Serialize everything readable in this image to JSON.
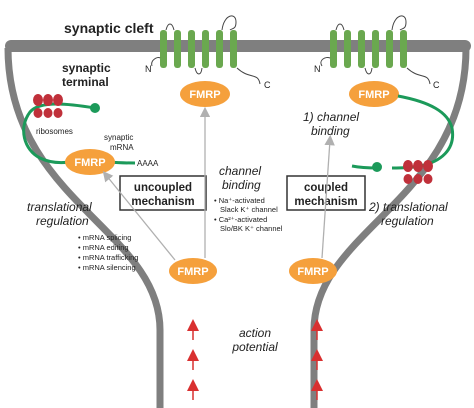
{
  "labels": {
    "synaptic_cleft": "synaptic cleft",
    "synaptic_terminal_line1": "synaptic",
    "synaptic_terminal_line2": "terminal",
    "n_terminus": "N",
    "c_terminus": "C",
    "ribosomes": "ribosomes",
    "synaptic_mrna_line1": "synaptic",
    "synaptic_mrna_line2": "mRNA",
    "poly_a": "AAAA",
    "fmrp": "FMRP",
    "translational_regulation_line1": "translational",
    "translational_regulation_line2": "regulation",
    "uncoupled_line1": "uncoupled",
    "uncoupled_line2": "mechanism",
    "channel_binding_line1": "channel",
    "channel_binding_line2": "binding",
    "coupled_line1": "coupled",
    "coupled_line2": "mechanism",
    "step1_line1": "1) channel",
    "step1_line2": "binding",
    "step2_line1": "2) translational",
    "step2_line2": "regulation",
    "action_potential_line1": "action",
    "action_potential_line2": "potential"
  },
  "regulation_list": [
    "• mRNA splicing",
    "• mRNA editing",
    "• mRNA trafficking",
    "• mRNA silencing"
  ],
  "channel_list": [
    "• Na⁺-activated",
    "Slack K⁺ channel",
    "• Ca²⁺-activated",
    "Slo/BK K⁺ channel"
  ],
  "colors": {
    "membrane": "#7f7f7f",
    "channel": "#6aa84f",
    "fmrp": "#f5a03c",
    "ribosome": "#c0303a",
    "mrna": "#1c9a5a",
    "arrow_red": "#d93030",
    "arrow_gray": "#b0b0b0"
  }
}
